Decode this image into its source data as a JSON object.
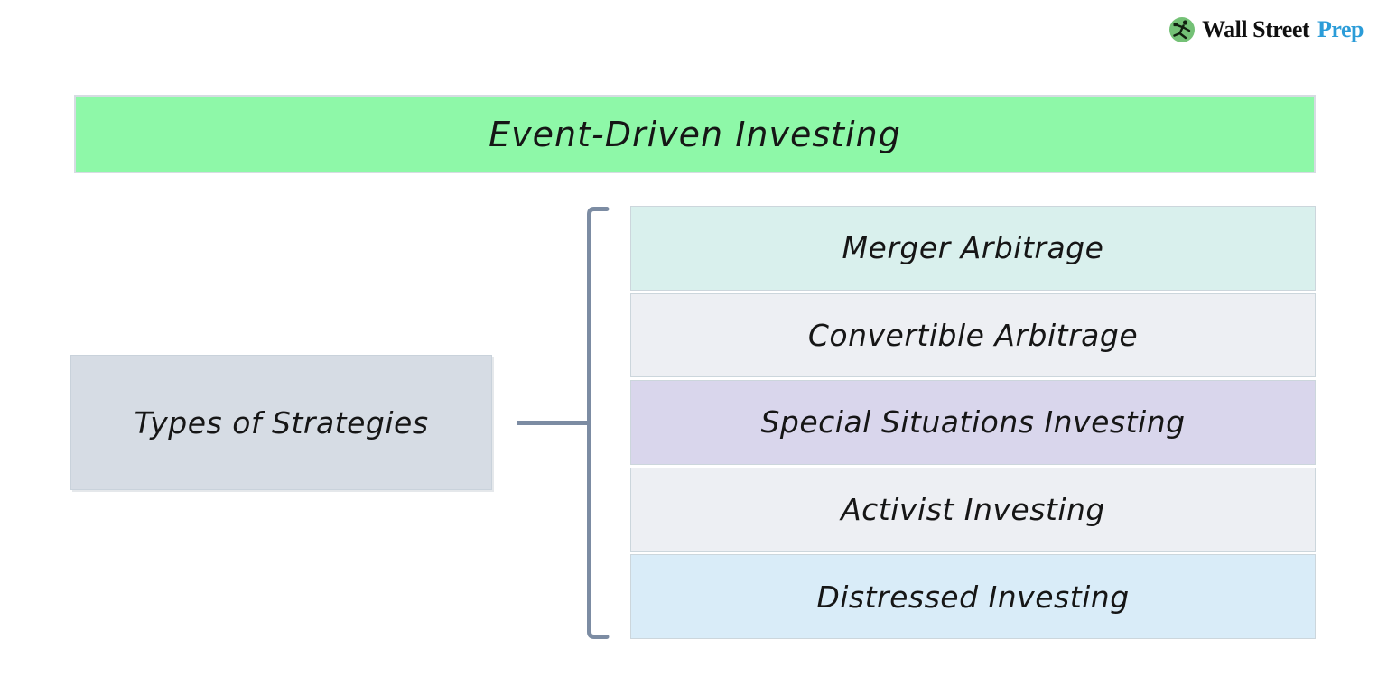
{
  "logo": {
    "brand_black": "Wall Street",
    "brand_blue": "Prep",
    "icon": "runner-in-green-circle-icon",
    "blue_color": "#2b9cd8",
    "green_color": "#74c176"
  },
  "header": {
    "title": "Event-Driven Investing",
    "bg": "#8ef8a8"
  },
  "left_box": {
    "label": "Types of Strategies",
    "bg": "#d6dce4"
  },
  "strategies": [
    {
      "label": "Merger Arbitrage",
      "bg": "#d9f0ed"
    },
    {
      "label": "Convertible Arbitrage",
      "bg": "#edeff3"
    },
    {
      "label": "Special Situations Investing",
      "bg": "#d9d6ec"
    },
    {
      "label": "Activist Investing",
      "bg": "#edeff3"
    },
    {
      "label": "Distressed Investing",
      "bg": "#d9ecf8"
    }
  ],
  "colors": {
    "bracket": "#7c8ca3",
    "text": "#161616"
  }
}
